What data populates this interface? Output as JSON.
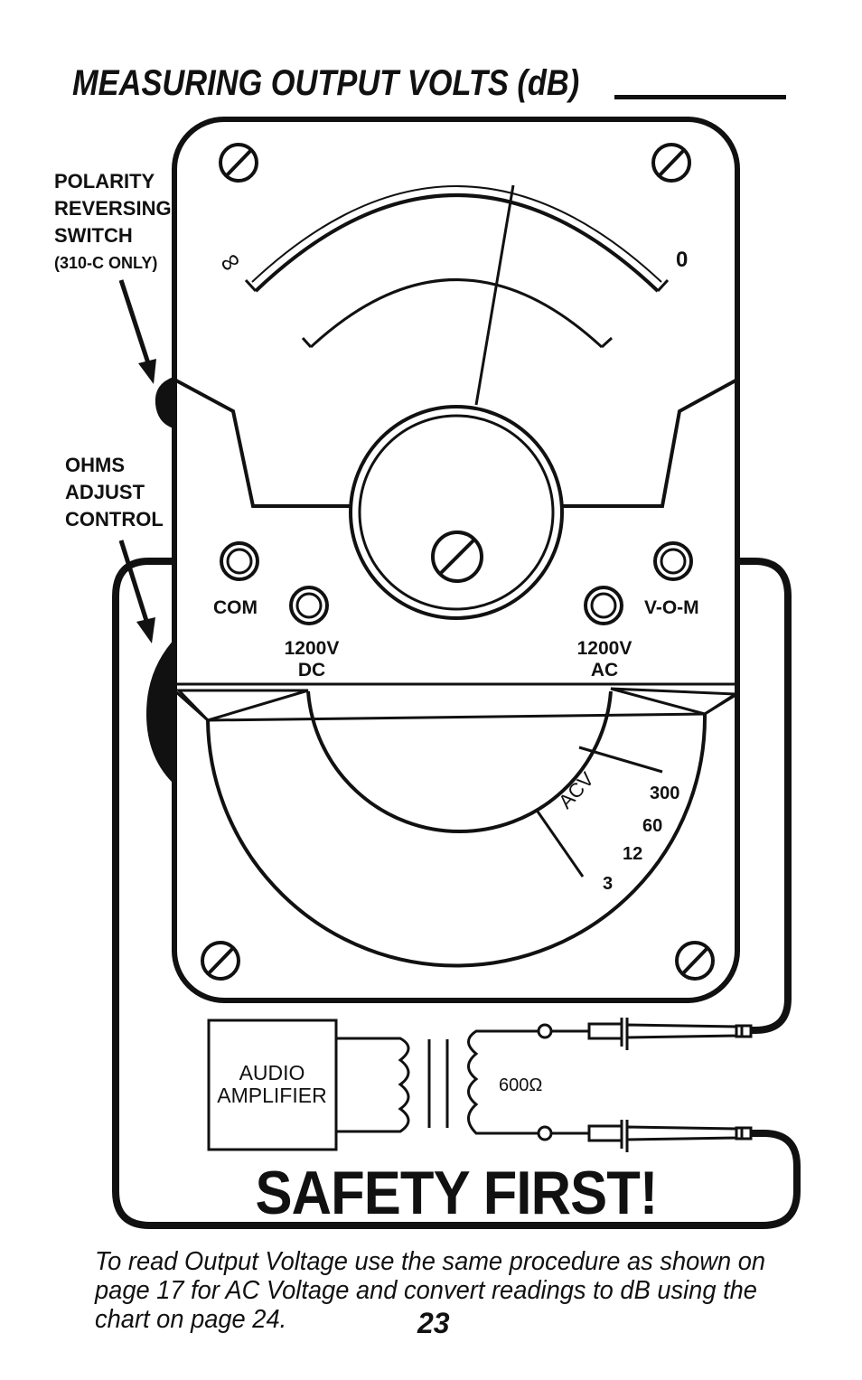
{
  "header": {
    "title": "MEASURING OUTPUT VOLTS (dB)"
  },
  "callouts": {
    "polarity": {
      "line1": "POLARITY",
      "line2": "REVERSING",
      "line3": "SWITCH",
      "note": "(310-C ONLY)"
    },
    "ohms": {
      "line1": "OHMS",
      "line2": "ADJUST",
      "line3": "CONTROL"
    }
  },
  "meter": {
    "scale_left": "∞",
    "scale_right": "0",
    "jacks": {
      "com": "COM",
      "vom": "V-O-M",
      "dc_top": "1200V",
      "dc_bottom": "DC",
      "ac_top": "1200V",
      "ac_bottom": "AC"
    },
    "selector": {
      "acv_label": "ACV",
      "ranges": [
        "300",
        "60",
        "12",
        "3"
      ]
    }
  },
  "circuit": {
    "amplifier_line1": "AUDIO",
    "amplifier_line2": "AMPLIFIER",
    "impedance": "600Ω"
  },
  "banner": "SAFETY FIRST!",
  "caption": "To read Output Voltage use the same procedure as shown on page 17 for AC Voltage and convert readings to dB using the chart on page 24.",
  "page_number": "23"
}
